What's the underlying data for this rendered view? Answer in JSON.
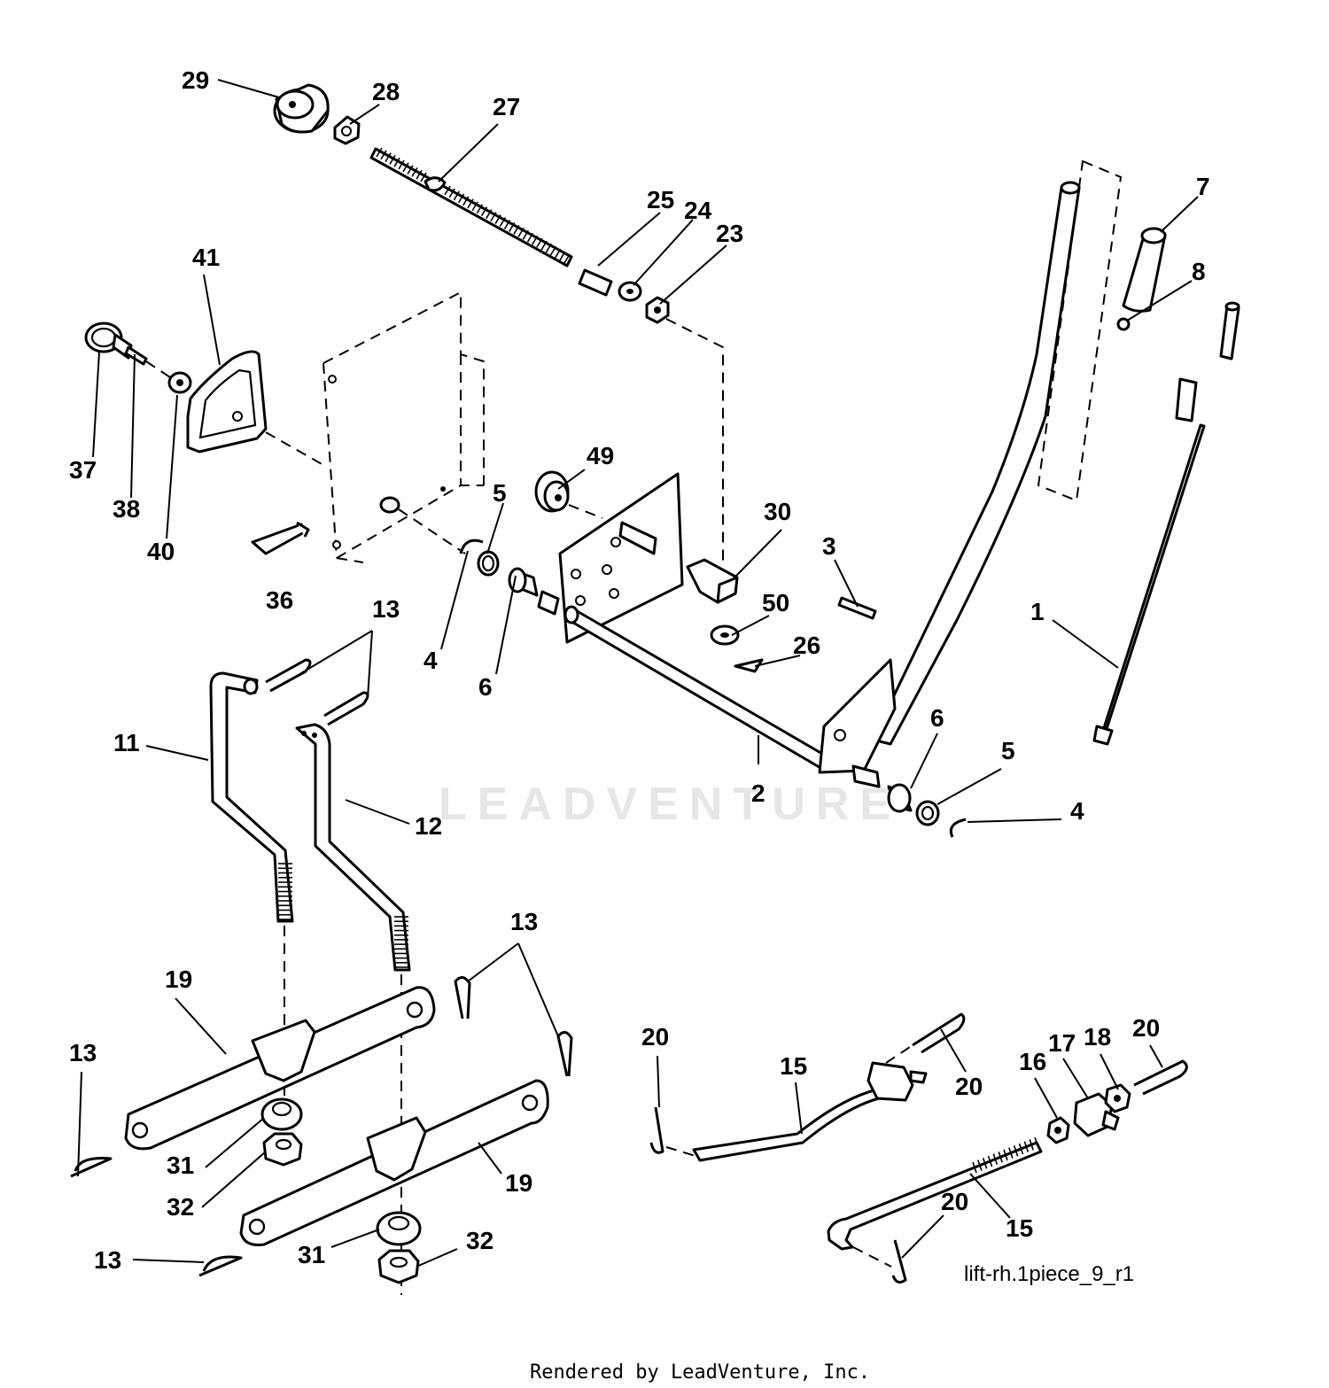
{
  "diagram": {
    "reference_code": "lift-rh.1piece_9_r1",
    "credit": "Rendered by LeadVenture, Inc.",
    "watermark": "LEADVENTURE",
    "callouts": {
      "c1": "1",
      "c2": "2",
      "c3": "3",
      "c4a": "4",
      "c4b": "4",
      "c5a": "5",
      "c5b": "5",
      "c6a": "6",
      "c6b": "6",
      "c7": "7",
      "c8": "8",
      "c11": "11",
      "c12": "12",
      "c13a": "13",
      "c13b": "13",
      "c13c": "13",
      "c13d": "13",
      "c15a": "15",
      "c15b": "15",
      "c16": "16",
      "c17": "17",
      "c18": "18",
      "c19a": "19",
      "c19b": "19",
      "c20a": "20",
      "c20b": "20",
      "c20c": "20",
      "c20d": "20",
      "c23": "23",
      "c24": "24",
      "c25": "25",
      "c26": "26",
      "c27": "27",
      "c28": "28",
      "c29": "29",
      "c30": "30",
      "c31a": "31",
      "c31b": "31",
      "c32a": "32",
      "c32b": "32",
      "c36": "36",
      "c37": "37",
      "c38": "38",
      "c40": "40",
      "c41": "41",
      "c49": "49",
      "c50": "50"
    }
  }
}
